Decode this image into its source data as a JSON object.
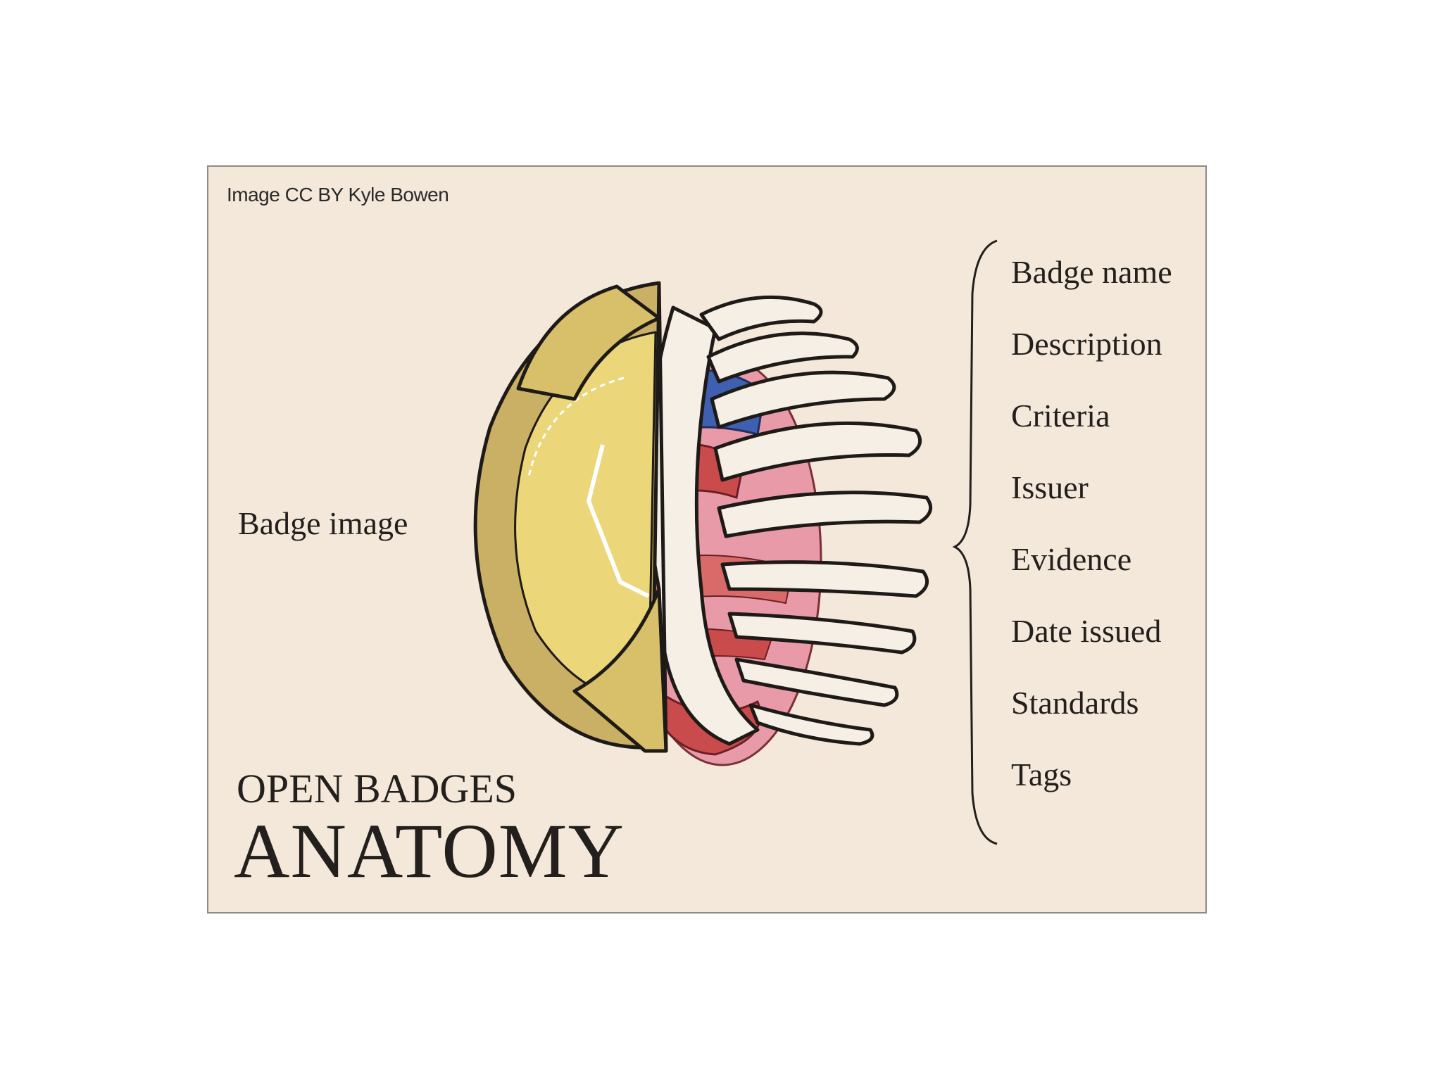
{
  "credit": "Image CC BY Kyle Bowen",
  "badge_image_label": "Badge image",
  "title": {
    "line1": "OPEN BADGES",
    "line2": "ANATOMY"
  },
  "fields": [
    "Badge name",
    "Description",
    "Criteria",
    "Issuer",
    "Evidence",
    "Date issued",
    "Standards",
    "Tags"
  ],
  "colors": {
    "background": "#f3e8da",
    "badge_gold": "#e9d479",
    "badge_dark_gold": "#c9b065",
    "bone": "#f5efe6",
    "organ_pink": "#e99aa8",
    "organ_red": "#c94b4b",
    "vein_blue": "#3f5fb0",
    "ink": "#231f1c"
  },
  "icons": [
    "anatomy-illustration",
    "brace-icon"
  ]
}
